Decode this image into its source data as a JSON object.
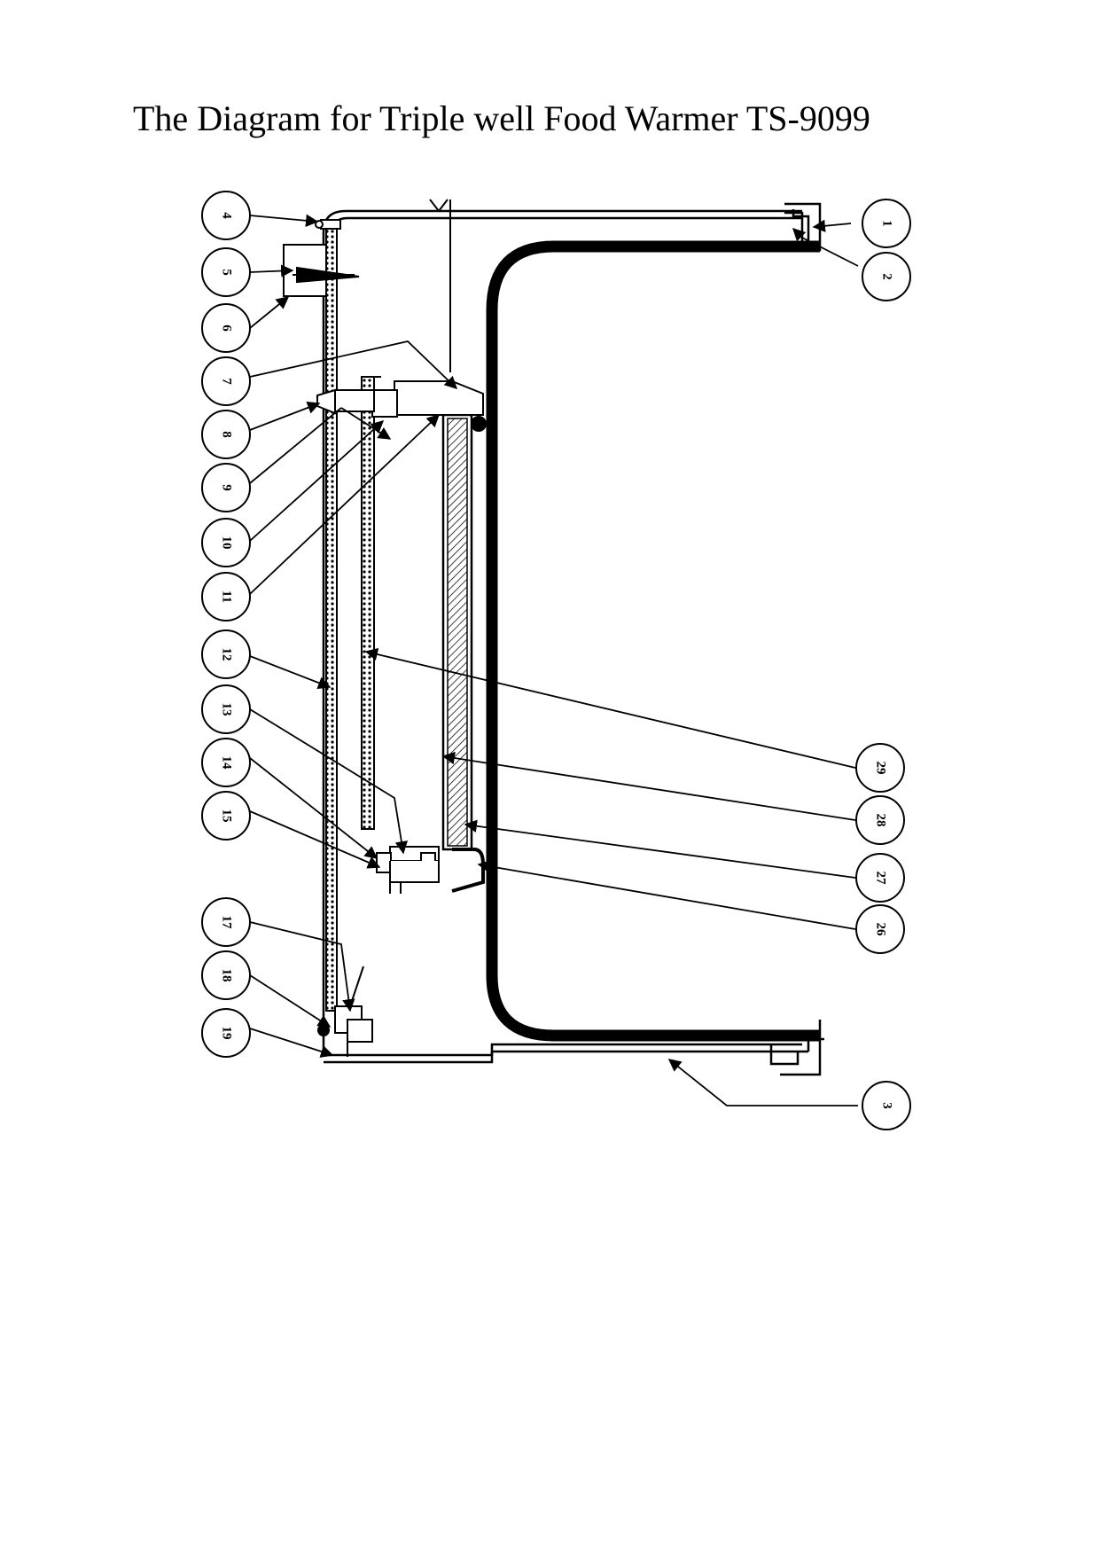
{
  "title": "The Diagram for Triple well Food Warmer TS-9099",
  "callouts": [
    {
      "label": "1"
    },
    {
      "label": "2"
    },
    {
      "label": "3"
    },
    {
      "label": "4"
    },
    {
      "label": "5"
    },
    {
      "label": "6"
    },
    {
      "label": "7"
    },
    {
      "label": "8"
    },
    {
      "label": "9"
    },
    {
      "label": "10"
    },
    {
      "label": "11"
    },
    {
      "label": "12"
    },
    {
      "label": "13"
    },
    {
      "label": "14"
    },
    {
      "label": "15"
    },
    {
      "label": "17"
    },
    {
      "label": "18"
    },
    {
      "label": "19"
    },
    {
      "label": "29"
    },
    {
      "label": "28"
    },
    {
      "label": "27"
    },
    {
      "label": "26"
    }
  ]
}
